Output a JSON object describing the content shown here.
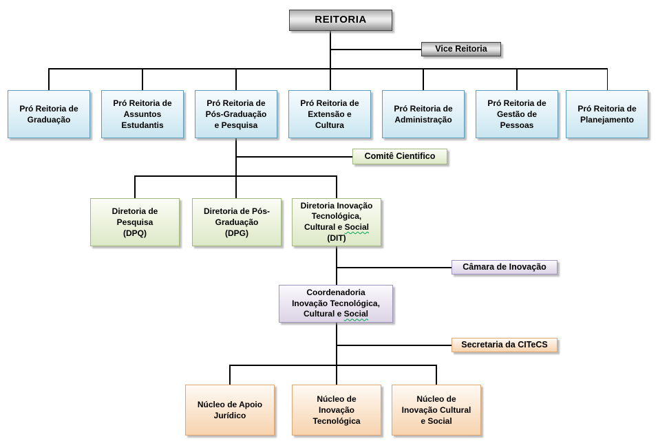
{
  "diagram": {
    "root": {
      "label": "REITORIA"
    },
    "vice": {
      "label": "Vice Reitoria"
    },
    "pro_reitorias": [
      {
        "label": "Pró Reitoria de\nGraduação"
      },
      {
        "label": "Pró Reitoria de\nAssuntos\nEstudantis"
      },
      {
        "label": "Pró Reitoria de\nPós-Graduação\ne Pesquisa"
      },
      {
        "label": "Pró Reitoria de\nExtensão e\nCultura"
      },
      {
        "label": "Pró Reitoria de\nAdministração"
      },
      {
        "label": "Pró Reitoria de\nGestão de\nPessoas"
      },
      {
        "label": "Pró Reitoria de\nPlanejamento"
      }
    ],
    "comite": {
      "label": "Comitê Cientifico"
    },
    "diretorias": [
      {
        "label": "Diretoria de\nPesquisa\n(DPQ)"
      },
      {
        "label": "Diretoria de Pós-\nGraduação\n(DPG)"
      },
      {
        "pre": "Diretoria Inovação\nTecnológica,\nCultural e ",
        "wavy": "Social",
        "post": "\n(DIT)"
      }
    ],
    "camara": {
      "label": "Câmara de Inovação"
    },
    "coordenadoria": {
      "pre": "Coordenadoria\nInovação Tecnológica,\nCultural e ",
      "wavy": "Social",
      "post": ""
    },
    "secretaria": {
      "label": "Secretaria da CITeCS"
    },
    "nucleos": [
      {
        "label": "Núcleo de Apoio\nJurídico"
      },
      {
        "label": "Núcleo de\nInovação\nTecnológica"
      },
      {
        "label": "Núcleo de\nInovação Cultural\ne Social"
      }
    ],
    "colors": {
      "background": "#ffffff",
      "connector": "#000000",
      "text": "#000000",
      "silver_box": {
        "top": "#ababab",
        "mid": "#ededed",
        "bottom": "#8f8f8f",
        "border": "#3f3f3f"
      },
      "blue_box": {
        "top": "#f6fbfd",
        "bottom": "#c8e5f0",
        "border": "#5b9cbd"
      },
      "green_box": {
        "top": "#fbfcf6",
        "bottom": "#dce8c6",
        "border": "#a2b77c"
      },
      "purple_box": {
        "top": "#fbfafd",
        "bottom": "#dcd4e6",
        "border": "#9f93c0"
      },
      "orange_box": {
        "top": "#fefaf5",
        "bottom": "#f7d3ae",
        "border": "#e0a672"
      },
      "spellcheck_underline": "#00a650",
      "shadow": "#969696"
    }
  }
}
